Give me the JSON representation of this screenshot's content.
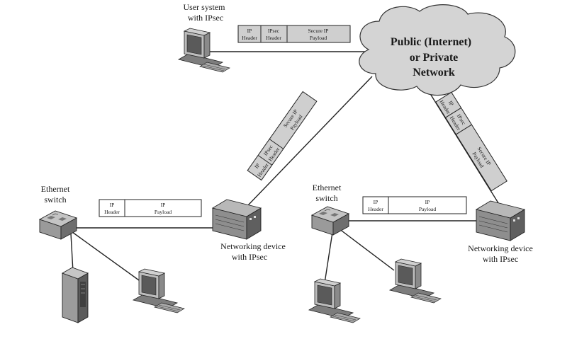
{
  "cloud": {
    "line1": "Public (Internet)",
    "line2": "or Private",
    "line3": "Network"
  },
  "user_system": {
    "line1": "User system",
    "line2": "with IPsec"
  },
  "switch_left": {
    "line1": "Ethernet",
    "line2": "switch"
  },
  "switch_right": {
    "line1": "Ethernet",
    "line2": "switch"
  },
  "netdev_left": {
    "line1": "Networking device",
    "line2": "with IPsec"
  },
  "netdev_right": {
    "line1": "Networking device",
    "line2": "with IPsec"
  },
  "packet_ipsec": {
    "ip": [
      "IP",
      "Header"
    ],
    "ipsec": [
      "IPsec",
      "Header"
    ],
    "payload": [
      "Secure IP",
      "Payload"
    ]
  },
  "packet_plain": {
    "ip": [
      "IP",
      "Header"
    ],
    "payload": [
      "IP",
      "Payload"
    ]
  },
  "colors": {
    "packet_secure_fill": "#cfcfcf",
    "packet_plain_fill": "#ffffff",
    "cloud_fill": "#d4d4d4",
    "device_fill": "#9a9a9a"
  }
}
